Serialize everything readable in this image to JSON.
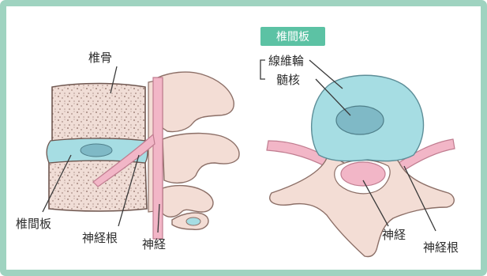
{
  "side_view": {
    "labels": {
      "vertebral_body": "椎骨",
      "intervertebral_disc": "椎間板",
      "nerve_root": "神経根",
      "nerve": "神経"
    }
  },
  "top_view": {
    "badge": "椎間板",
    "labels": {
      "annulus_fibrosus": "線維輪",
      "nucleus_pulposus": "髄核",
      "nerve": "神経",
      "nerve_root": "神経根"
    }
  },
  "colors": {
    "frame": "#9fd3c0",
    "badge": "#5cc2a4",
    "bone": "#f3ddd5",
    "bone_outline": "#8c6f67",
    "disc": "#a6dde3",
    "nucleus": "#7fb9c6",
    "nerve": "#f2b6c7"
  }
}
